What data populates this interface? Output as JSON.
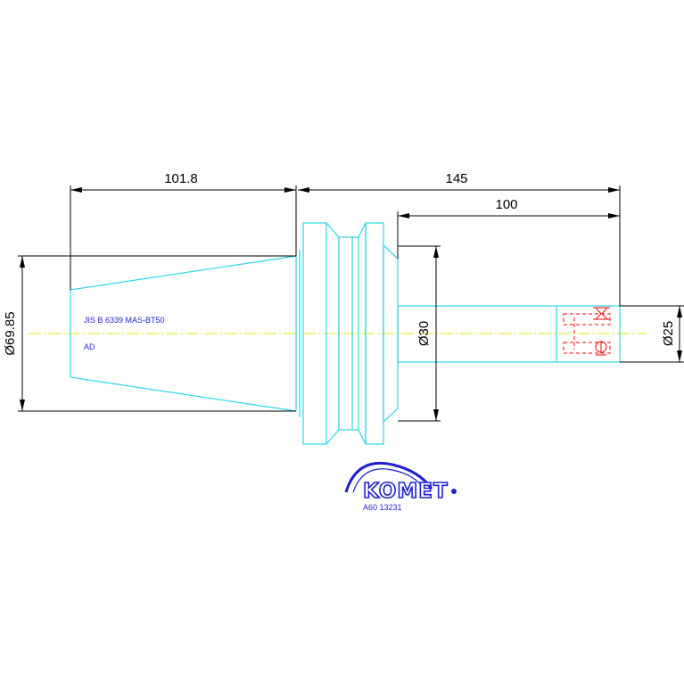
{
  "dimensions": {
    "taper_length": "101.8",
    "overall_length": "145",
    "shank_length": "100",
    "flange_diameter": "Ø69.85",
    "body_diameter": "Ø30",
    "shank_diameter": "Ø25"
  },
  "notes": {
    "standard": "JIS B 6339 MAS-BT50",
    "form": "AD"
  },
  "logo": {
    "brand": "KOMET",
    "part_number": "A60 13231"
  },
  "colors": {
    "outline": "#2ad8e8",
    "dimension": "#000000",
    "centerline": "#e6e600",
    "hidden_line": "#ff0000",
    "text_blue": "#1f1fcf"
  }
}
